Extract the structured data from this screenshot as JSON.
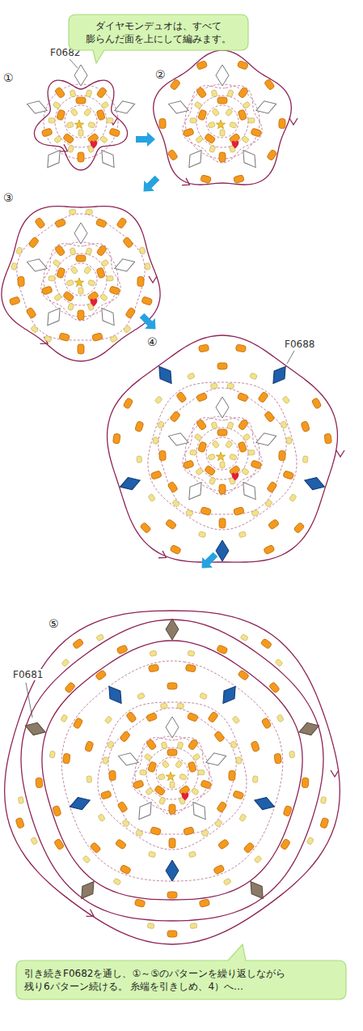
{
  "diagram": {
    "nodes": [
      {
        "text": [
          "ダイヤモンデュオは、すべて 膨らんだ面を上にして編みます。"
        ]
      },
      {
        "text": [
          "引き続きF0682を通し、①～⑤のパターンを繰り返しながら 残り6パターン続ける。 糸端を引きしめ、4）へ…"
        ]
      }
    ],
    "labels": [
      "F0682",
      "①",
      "②",
      "③",
      "④",
      "⑤",
      "F0688",
      "F0681"
    ]
  }
}
